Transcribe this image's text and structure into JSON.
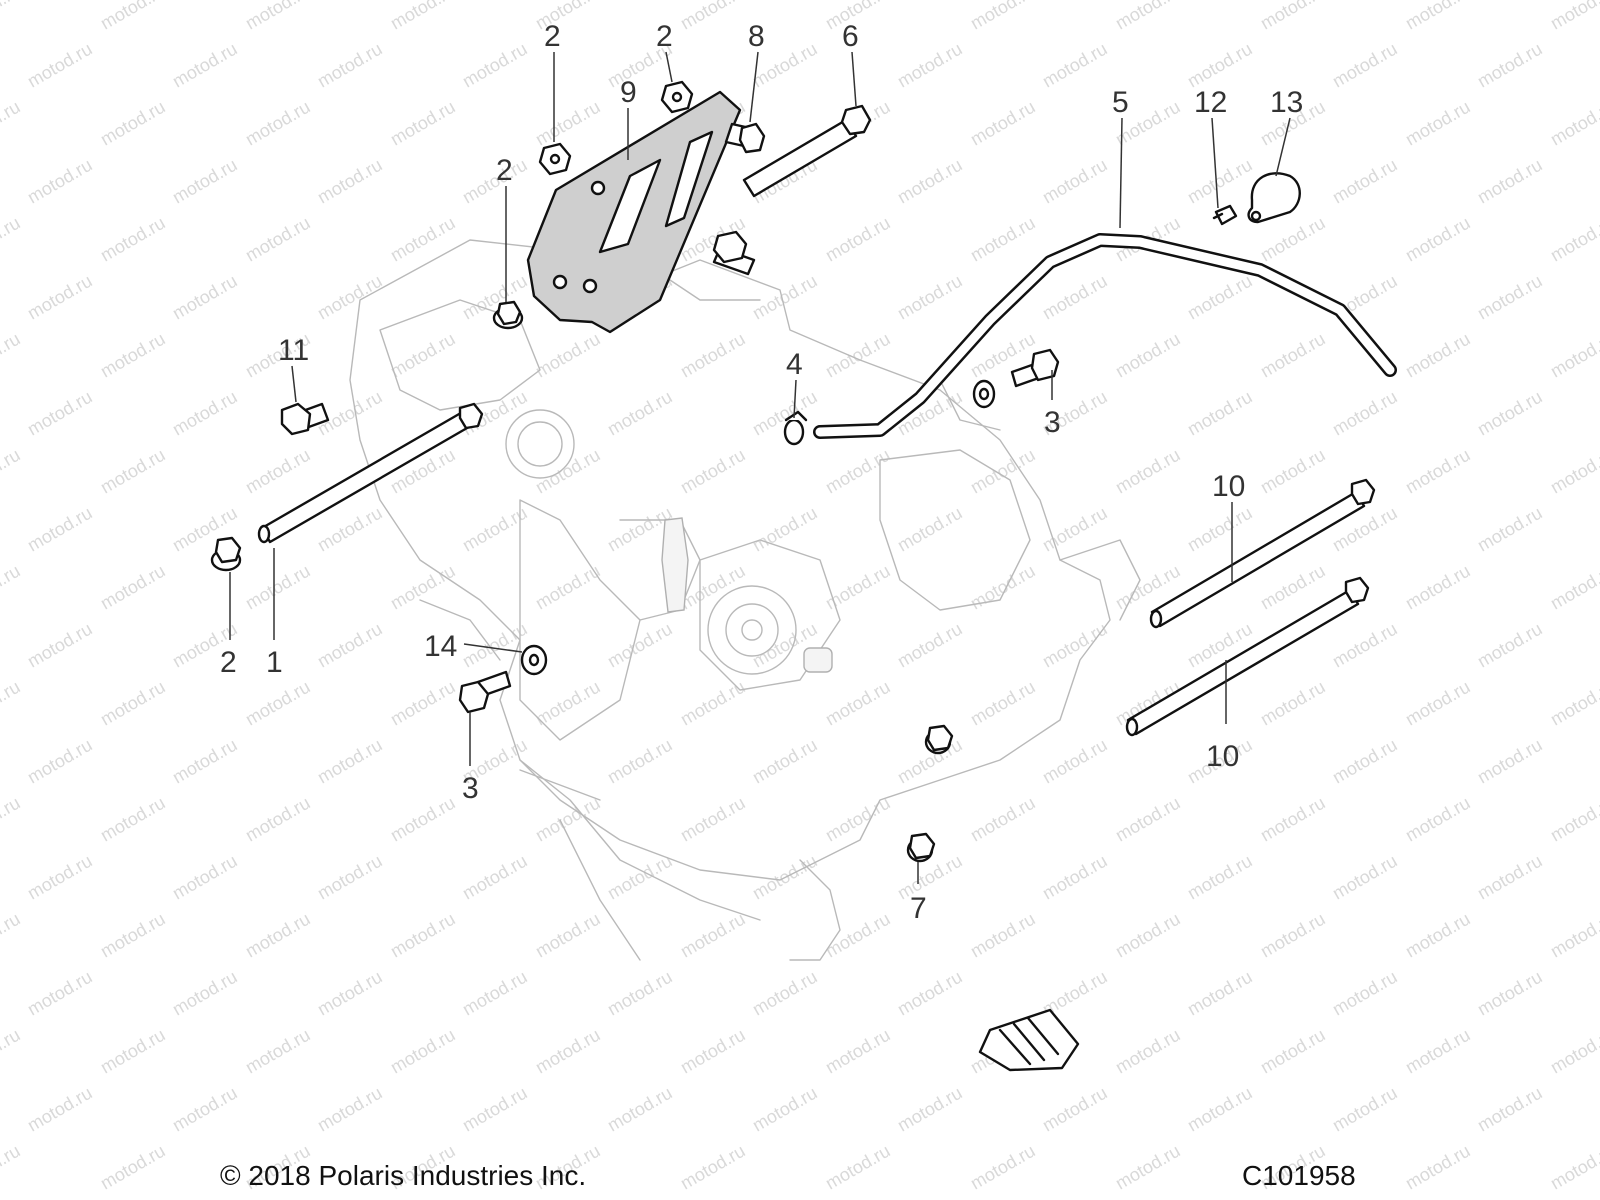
{
  "watermark": "motod.ru",
  "footer": {
    "copyright": "© 2018 Polaris Industries Inc.",
    "reference": "C101958"
  },
  "callouts": [
    {
      "id": "c2a",
      "label": "2"
    },
    {
      "id": "c2b",
      "label": "2"
    },
    {
      "id": "c8",
      "label": "8"
    },
    {
      "id": "c6",
      "label": "6"
    },
    {
      "id": "c9",
      "label": "9"
    },
    {
      "id": "c2c",
      "label": "2"
    },
    {
      "id": "c5",
      "label": "5"
    },
    {
      "id": "c12",
      "label": "12"
    },
    {
      "id": "c13",
      "label": "13"
    },
    {
      "id": "c11",
      "label": "11"
    },
    {
      "id": "c4",
      "label": "4"
    },
    {
      "id": "c3a",
      "label": "3"
    },
    {
      "id": "c10a",
      "label": "10"
    },
    {
      "id": "c14",
      "label": "14"
    },
    {
      "id": "c2d",
      "label": "2"
    },
    {
      "id": "c1",
      "label": "1"
    },
    {
      "id": "c3b",
      "label": "3"
    },
    {
      "id": "c10b",
      "label": "10"
    },
    {
      "id": "c7",
      "label": "7"
    }
  ]
}
